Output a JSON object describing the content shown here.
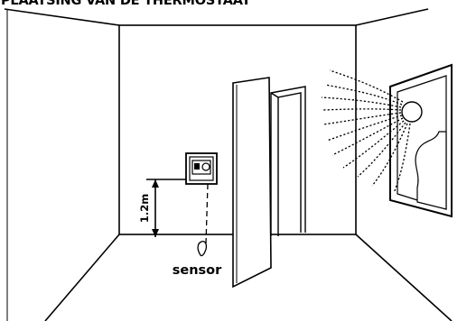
{
  "title": "PLAATSING VAN DE THERMOSTAAT",
  "labels": {
    "height": "1.2m",
    "sensor": "sensor"
  },
  "colors": {
    "ink": "#000000",
    "background": "#ffffff"
  },
  "icons": {
    "thermostat": "thermostat-icon",
    "sun": "sun-icon"
  }
}
